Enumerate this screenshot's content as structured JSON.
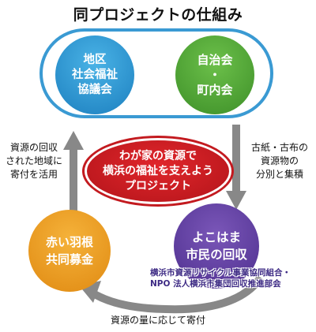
{
  "title": "同プロジェクトの仕組み",
  "nodes": {
    "council": [
      "地区",
      "社会福祉",
      "協議会"
    ],
    "neighborhood": [
      "自治会",
      "・",
      "町内会"
    ],
    "project": [
      "わが家の資源で",
      "横浜の福祉を支えよう",
      "プロジェクト"
    ],
    "community_chest": [
      "赤い羽根",
      "共同募金"
    ],
    "citizens": [
      "よこはま",
      "市民の回収"
    ]
  },
  "organizations": [
    "横浜市資源リサイクル事業協同組合・",
    "NPO 法人横浜市集団回収推進部会"
  ],
  "flows": {
    "left_up": [
      "資源の回収",
      "された地域に",
      "寄付を活用"
    ],
    "right_down": [
      "古紙・古布の",
      "資源物の",
      "分別と集積"
    ],
    "bottom": "資源の量に応じて寄付"
  },
  "colors": {
    "blue": "#2a8fd0",
    "green": "#4fa832",
    "red": "#c31a1f",
    "orange": "#eb9c20",
    "purple": "#5b3a9c",
    "arrow": "#888888"
  }
}
